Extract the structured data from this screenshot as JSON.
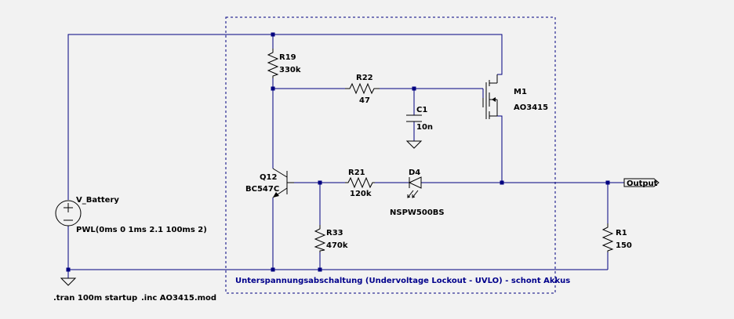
{
  "components": {
    "r19": {
      "ref": "R19",
      "value": "330k"
    },
    "r22": {
      "ref": "R22",
      "value": "47"
    },
    "c1": {
      "ref": "C1",
      "value": "10n"
    },
    "m1": {
      "ref": "M1",
      "value": "AO3415"
    },
    "q12": {
      "ref": "Q12",
      "value": "BC547C"
    },
    "r21": {
      "ref": "R21",
      "value": "120k"
    },
    "d4": {
      "ref": "D4",
      "value": "NSPW500BS"
    },
    "r33": {
      "ref": "R33",
      "value": "470k"
    },
    "r1": {
      "ref": "R1",
      "value": "150"
    },
    "vbat": {
      "ref": "V_Battery",
      "value": "PWL(0ms 0 1ms 2.1 100ms 2)"
    }
  },
  "net_label": "Output",
  "region_comment": "Unterspannungsabschaltung (Undervoltage Lockout - UVLO) - schont Akkus",
  "directives": {
    "tran": ".tran 100m startup",
    "include": ".inc AO3415.mod"
  },
  "colors": {
    "wire": "#000080",
    "background": "#f2f2f2",
    "comment": "#00008b"
  }
}
